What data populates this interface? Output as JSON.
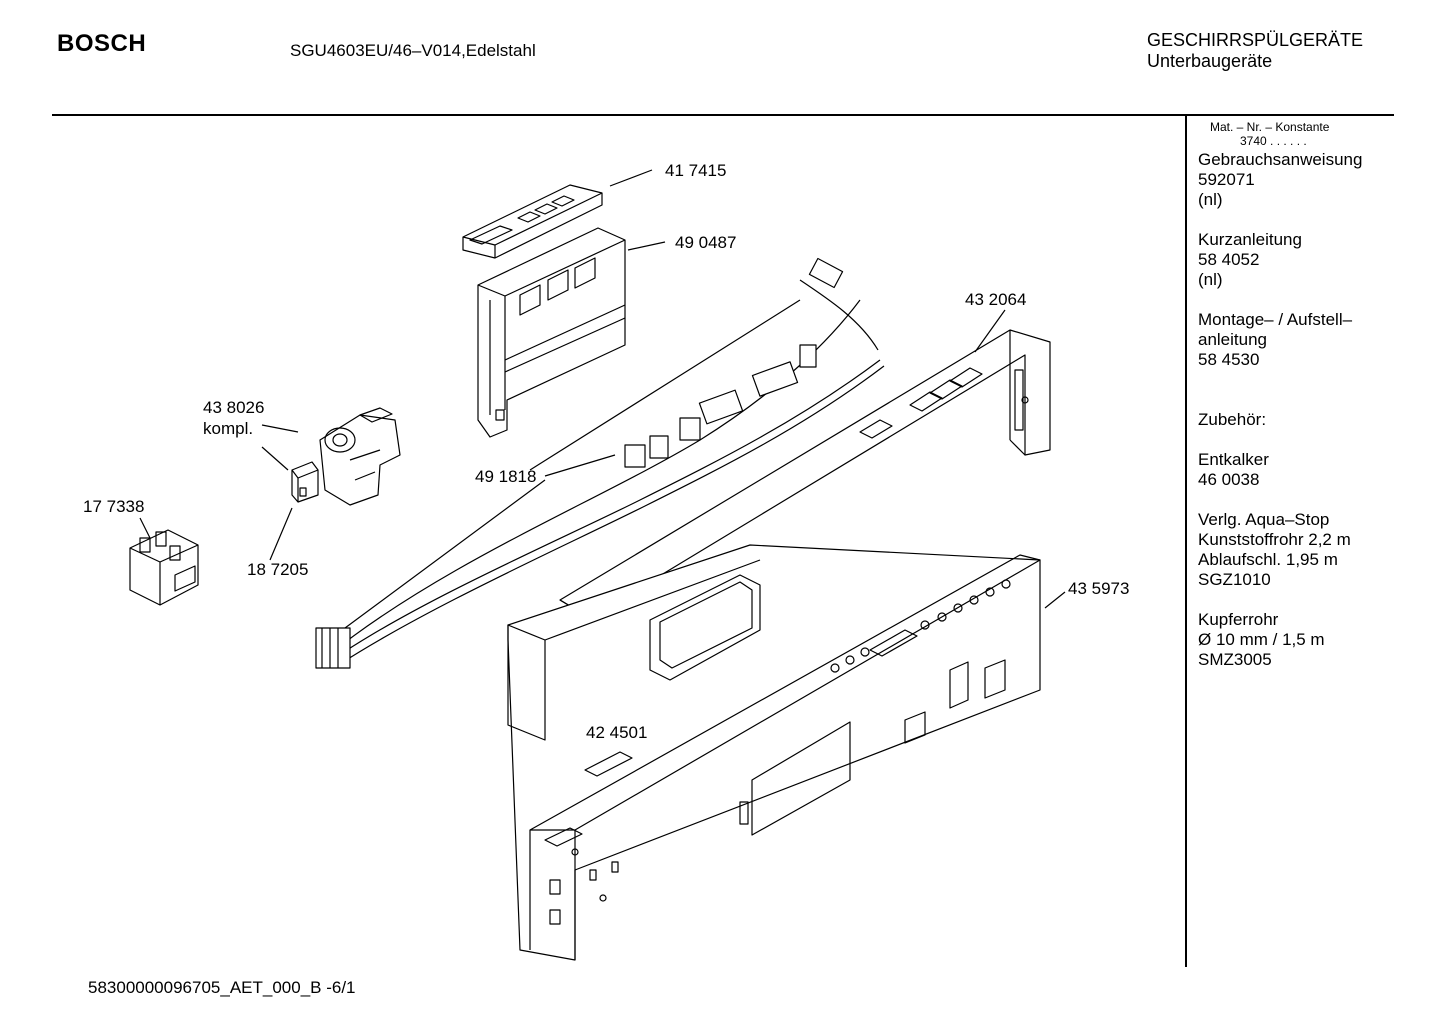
{
  "header": {
    "brand": "BOSCH",
    "model": "SGU4603EU/46–V014,Edelstahl",
    "category_line1": "GESCHIRRSPÜLGERÄTE",
    "category_line2": "Unterbaugeräte"
  },
  "sidebar": {
    "heading": "Mat. – Nr. – Konstante",
    "constant": "3740 . . . . . .",
    "blocks": [
      {
        "lines": [
          "Gebrauchsanweisung",
          "592071",
          "(nl)"
        ]
      },
      {
        "lines": [
          "Kurzanleitung",
          "58 4052",
          "(nl)"
        ]
      },
      {
        "lines": [
          "Montage– / Aufstell–",
          "anleitung",
          "58 4530"
        ]
      },
      {
        "lines": [
          "Zubehör:"
        ]
      },
      {
        "lines": [
          "Entkalker",
          "46 0038"
        ]
      },
      {
        "lines": [
          "Verlg. Aqua–Stop",
          "Kunststoffrohr 2,2 m",
          "Ablaufschl. 1,95 m",
          "SGZ1010"
        ]
      },
      {
        "lines": [
          "Kupferrohr",
          "Ø 10 mm / 1,5 m",
          "SMZ3005"
        ]
      }
    ]
  },
  "parts": [
    {
      "number": "41 7415"
    },
    {
      "number": "49 0487"
    },
    {
      "number": "43 2064"
    },
    {
      "number": "43 8026",
      "extra": "kompl."
    },
    {
      "number": "49 1818"
    },
    {
      "number": "17 7338"
    },
    {
      "number": "18 7205"
    },
    {
      "number": "43 5973"
    },
    {
      "number": "42 4501"
    }
  ],
  "footer": {
    "doc_id": "58300000096705_AET_000_B   -6/1"
  }
}
